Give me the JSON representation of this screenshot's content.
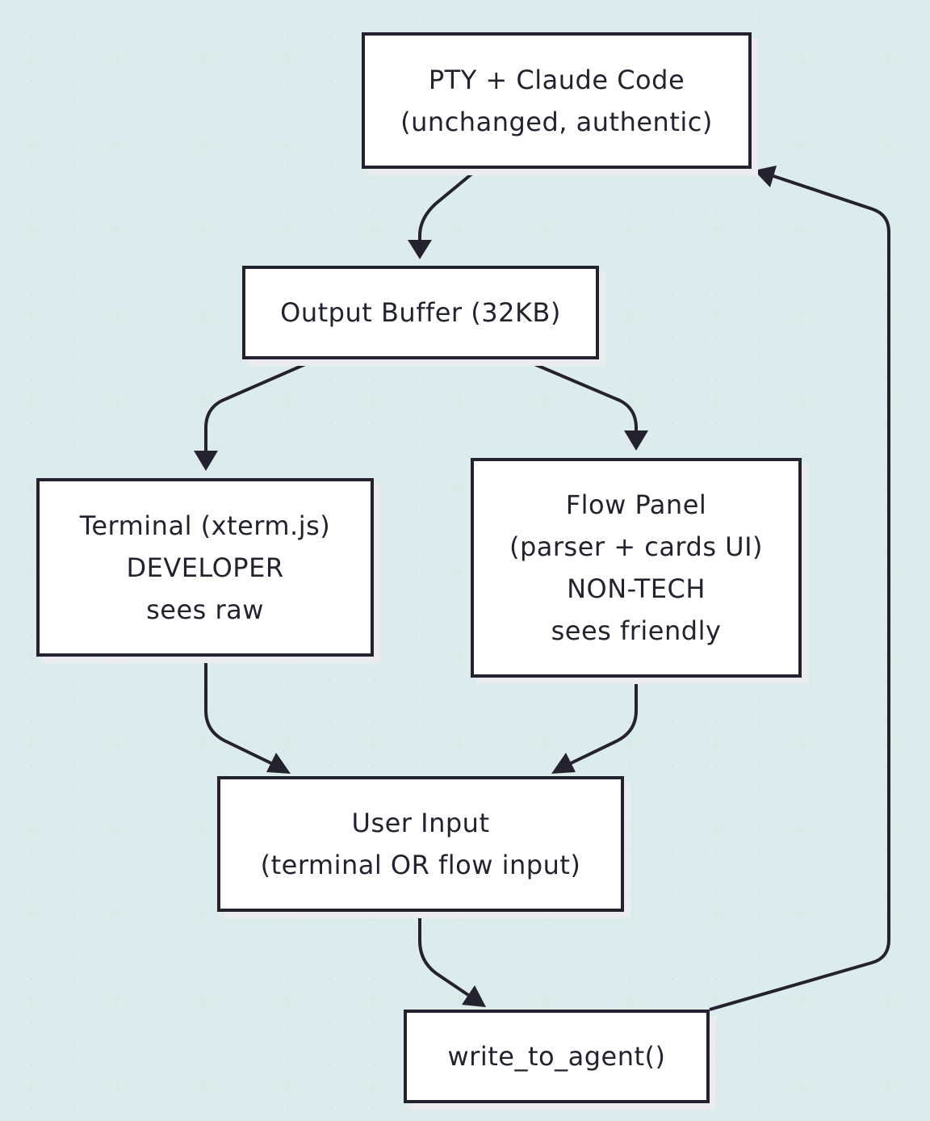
{
  "diagram": {
    "colors": {
      "stroke": "#23222e",
      "node_fill": "#ffffff",
      "shadow": "#ececf0",
      "grid": "#dcebeb"
    },
    "nodes": {
      "pty": {
        "line1": "PTY + Claude Code",
        "line2": "(unchanged, authentic)"
      },
      "buffer": {
        "line1": "Output Buffer (32KB)"
      },
      "terminal": {
        "line1": "Terminal (xterm.js)",
        "line2": "DEVELOPER",
        "line3": "sees raw"
      },
      "flow": {
        "line1": "Flow Panel",
        "line2": "(parser + cards UI)",
        "line3": "NON-TECH",
        "line4": "sees friendly"
      },
      "input": {
        "line1": "User Input",
        "line2": "(terminal OR flow input)"
      },
      "write": {
        "line1": "write_to_agent()"
      }
    },
    "edges": [
      {
        "from": "pty",
        "to": "buffer"
      },
      {
        "from": "buffer",
        "to": "terminal"
      },
      {
        "from": "buffer",
        "to": "flow"
      },
      {
        "from": "terminal",
        "to": "input"
      },
      {
        "from": "flow",
        "to": "input"
      },
      {
        "from": "input",
        "to": "write"
      },
      {
        "from": "write",
        "to": "pty"
      }
    ]
  }
}
